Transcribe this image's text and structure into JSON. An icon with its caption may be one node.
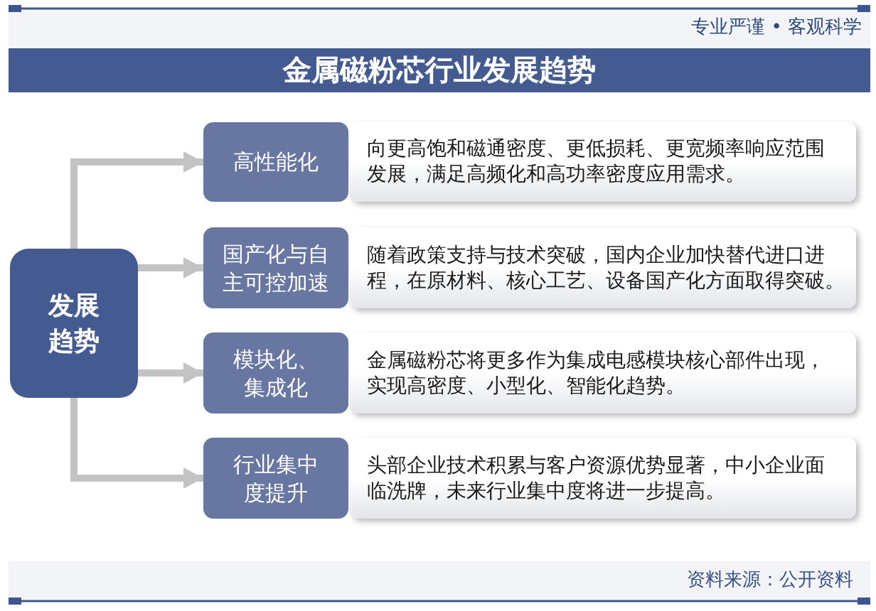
{
  "diagram": {
    "title": "金属磁粉芯行业发展趋势",
    "nodes": [
      {
        "text": [
          "发展趋势"
        ]
      },
      {
        "text": [
          "高性能化"
        ]
      },
      {
        "text": [
          "向更高饱和磁通密度、更低损耗、更宽频率响应范围发展，满足高频化和高功率密度应用需求。"
        ]
      },
      {
        "text": [
          "国产化与自主可控加速"
        ]
      },
      {
        "text": [
          "随着政策支持与技术突破，国内企业加快替代进口进程，在原材料、核心工艺、设备国产化方面取得突破。"
        ]
      },
      {
        "text": [
          "模块化、集成化"
        ]
      },
      {
        "text": [
          "金属磁粉芯将更多作为集成电感模块核心部件出现，实现高密度、小型化、智能化趋势。"
        ]
      },
      {
        "text": [
          "行业集中度提升"
        ]
      },
      {
        "text": [
          "头部企业技术积累与客户资源优势显著，中小企业面临洗牌，未来行业集中度将进一步提高。"
        ]
      }
    ],
    "edges": [
      {
        "from": 0,
        "to": 1,
        "arrow": "to"
      },
      {
        "from": 0,
        "to": 3,
        "arrow": "to"
      },
      {
        "from": 0,
        "to": 5,
        "arrow": "to"
      },
      {
        "from": 0,
        "to": 7,
        "arrow": "to"
      }
    ],
    "labels": [
      "专业严谨 • 客观科学",
      "资料来源：公开资料"
    ]
  }
}
